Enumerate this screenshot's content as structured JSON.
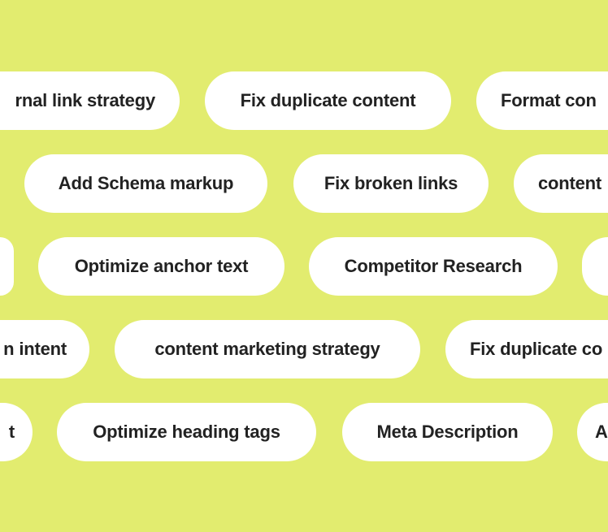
{
  "background_color": "#e2ec6f",
  "rows": [
    [
      "rnal link strategy",
      "Fix duplicate content",
      "Format con"
    ],
    [
      "Add Schema markup",
      "Fix broken links",
      "content"
    ],
    [
      "",
      "Optimize anchor text",
      "Competitor Research",
      ""
    ],
    [
      "n intent",
      "content marketing strategy",
      "Fix duplicate co"
    ],
    [
      "t",
      "Optimize heading tags",
      "Meta Description",
      "A"
    ]
  ]
}
